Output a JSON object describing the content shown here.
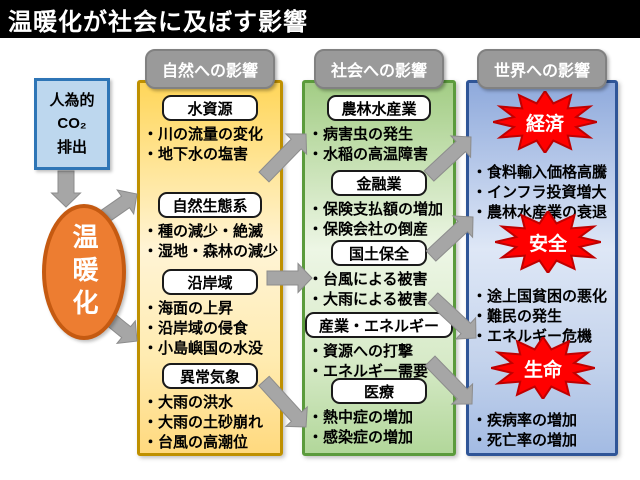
{
  "title": "温暖化が社会に及ぼす影響",
  "source": {
    "co2_lines": [
      "人為的",
      "CO₂",
      "排出"
    ],
    "warming_label": "温暖化"
  },
  "columns": {
    "nature": {
      "header": "自然への影響",
      "sections": [
        {
          "title": "水資源",
          "items": [
            "・川の流量の変化",
            "・地下水の塩害"
          ]
        },
        {
          "title": "自然生態系",
          "items": [
            "・種の減少・絶滅",
            "・湿地・森林の減少"
          ]
        },
        {
          "title": "沿岸域",
          "items": [
            "・海面の上昇",
            "・沿岸域の侵食",
            "・小島嶼国の水没"
          ]
        },
        {
          "title": "異常気象",
          "items": [
            "・大雨の洪水",
            "・大雨の土砂崩れ",
            "・台風の高潮位"
          ]
        }
      ]
    },
    "society": {
      "header": "社会への影響",
      "sections": [
        {
          "title": "農林水産業",
          "items": [
            "・病害虫の発生",
            "・水稲の高温障害"
          ]
        },
        {
          "title": "金融業",
          "items": [
            "・保険支払額の増加",
            "・保険会社の倒産"
          ]
        },
        {
          "title": "国土保全",
          "items": [
            "・台風による被害",
            "・大雨による被害"
          ]
        },
        {
          "title": "産業・エネルギー",
          "items": [
            "・資源への打撃",
            "・エネルギー需要"
          ]
        },
        {
          "title": "医療",
          "items": [
            "・熱中症の増加",
            "・感染症の増加"
          ]
        }
      ]
    },
    "world": {
      "header": "世界への影響",
      "sections": [
        {
          "title": "経済",
          "items": [
            "・食料輸入価格高騰",
            "・インフラ投資増大",
            "・農林水産業の衰退"
          ]
        },
        {
          "title": "安全",
          "items": [
            "・途上国貧困の悪化",
            "・難民の発生",
            "・エネルギー危機"
          ]
        },
        {
          "title": "生命",
          "items": [
            "・疾病率の増加",
            "・死亡率の増加"
          ]
        }
      ]
    }
  },
  "colors": {
    "title_bar": "#000000",
    "co2_fill": "#BDD7EE",
    "co2_border": "#2E75B6",
    "warming_fill": "#ED7D31",
    "warming_border": "#C55A11",
    "nature_border": "#BF9000",
    "nature_fill_top": "#FFD65A",
    "society_border": "#5B9B3C",
    "society_fill_top": "#A3CD85",
    "world_border": "#2F5597",
    "world_fill_top": "#8FAADC",
    "header_gray": "#9A9A9A",
    "starburst_red": "#FF0000",
    "starburst_edge": "#C00000",
    "arrow_gray": "#A6A6A6"
  }
}
